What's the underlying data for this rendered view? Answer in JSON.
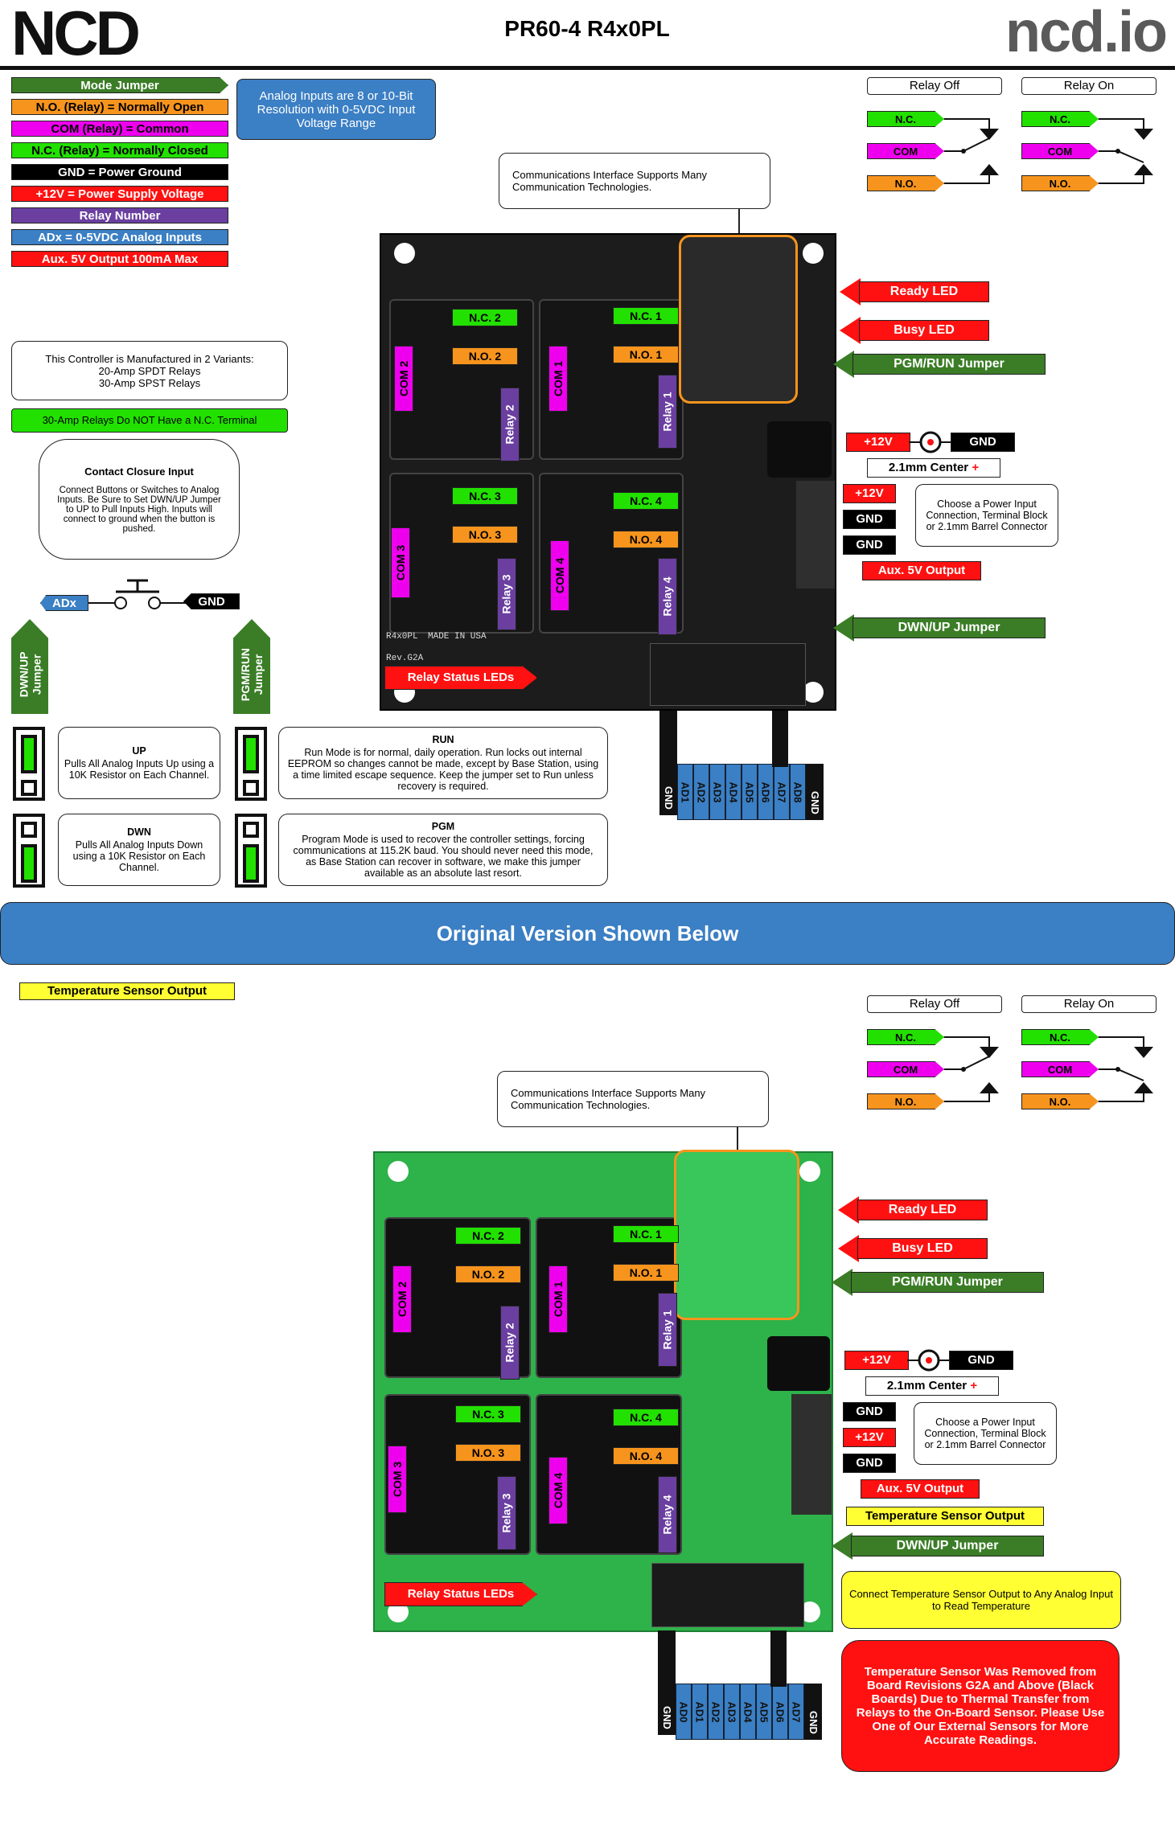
{
  "header": {
    "logo_left": "NCD",
    "title": "PR60-4 R4x0PL",
    "logo_right": "ncd.io"
  },
  "legend": [
    {
      "label": "Mode Jumper",
      "color": "#3a7d26",
      "text": "#fff"
    },
    {
      "label": "N.O. (Relay) = Normally Open",
      "color": "#f7941d",
      "text": "#111"
    },
    {
      "label": "COM (Relay) = Common",
      "color": "#ee00ee",
      "text": "#111"
    },
    {
      "label": "N.C. (Relay) = Normally Closed",
      "color": "#22e000",
      "text": "#111"
    },
    {
      "label": "GND = Power Ground",
      "color": "#000000",
      "text": "#fff"
    },
    {
      "label": "+12V = Power Supply Voltage",
      "color": "#ff1111",
      "text": "#fff"
    },
    {
      "label": "Relay Number",
      "color": "#6a3fa0",
      "text": "#fff"
    },
    {
      "label": "ADx = 0-5VDC Analog Inputs",
      "color": "#3b7fc4",
      "text": "#fff"
    },
    {
      "label": "Aux. 5V Output 100mA Max",
      "color": "#ff1111",
      "text": "#fff"
    }
  ],
  "analog_note": "Analog Inputs are 8 or 10-Bit Resolution with 0-5VDC Input Voltage Range",
  "variants_note": {
    "line1": "This Controller is Manufactured in 2 Variants:",
    "line2": "20-Amp SPDT Relays",
    "line3": "30-Amp SPST Relays"
  },
  "thirty_amp_note": "30-Amp Relays Do NOT Have a N.C. Terminal",
  "contact_note": {
    "title": "Contact Closure Input",
    "body": "Connect Buttons or Switches to Analog Inputs. Be Sure to Set DWN/UP Jumper to UP to Pull Inputs High. Inputs will connect to ground when the button is pushed."
  },
  "switch": {
    "adx": "ADx",
    "gnd": "GND"
  },
  "jumper_arrows": {
    "dwn_up": "DWN/UP Jumper",
    "pgm_run": "PGM/RUN Jumper"
  },
  "mode_notes": {
    "up_title": "UP",
    "up_body": "Pulls All Analog Inputs Up using a 10K Resistor on Each Channel.",
    "dwn_title": "DWN",
    "dwn_body": "Pulls All Analog Inputs Down using a 10K Resistor on Each Channel.",
    "run_title": "RUN",
    "run_body": "Run Mode is for normal, daily operation. Run locks out internal EEPROM so changes cannot be made, except by Base Station, using a time limited escape sequence. Keep the jumper set to Run unless recovery is required.",
    "pgm_title": "PGM",
    "pgm_body": "Program Mode is used to recover the controller settings, forcing communications at 115.2K baud. You should never need this mode, as Base Station can recover in software, we make this jumper available as an absolute last resort."
  },
  "relay_state": {
    "off": "Relay Off",
    "on": "Relay On",
    "nc": "N.C.",
    "com": "COM",
    "no": "N.O."
  },
  "comm_note": "Communications Interface Supports Many Communication Technologies.",
  "board_labels": {
    "nc1": "N.C. 1",
    "no1": "N.O. 1",
    "com1": "COM 1",
    "relay1": "Relay 1",
    "nc2": "N.C. 2",
    "no2": "N.O. 2",
    "com2": "COM 2",
    "relay2": "Relay 2",
    "nc3": "N.C. 3",
    "no3": "N.O. 3",
    "com3": "COM 3",
    "relay3": "Relay 3",
    "nc4": "N.C. 4",
    "no4": "N.O. 4",
    "com4": "COM 4",
    "relay4": "Relay 4",
    "relay_status": "Relay Status LEDs",
    "silk_made": "MADE IN USA",
    "silk_model": "R4x0PL",
    "silk_rev": "Rev.G2A"
  },
  "right_callouts": {
    "ready_led": "Ready LED",
    "busy_led": "Busy LED",
    "pgm_run": "PGM/RUN Jumper",
    "plus12": "+12V",
    "gnd": "GND",
    "barrel": "2.1mm Center",
    "plus": "+",
    "power_note": "Choose a Power Input Connection, Terminal Block or 2.1mm Barrel Connector",
    "aux": "Aux. 5V Output",
    "dwn_up": "DWN/UP Jumper",
    "temp": "Temperature Sensor Output"
  },
  "pins_top": [
    "GND",
    "AD1",
    "AD2",
    "AD3",
    "AD4",
    "AD5",
    "AD6",
    "AD7",
    "AD8",
    "GND"
  ],
  "pins_bottom": [
    "GND",
    "AD0",
    "AD1",
    "AD2",
    "AD3",
    "AD4",
    "AD5",
    "AD6",
    "AD7",
    "GND"
  ],
  "banner": "Original Version Shown Below",
  "temp_tag": "Temperature Sensor Output",
  "temp_connect_note": "Connect Temperature Sensor Output to Any Analog Input to Read Temperature",
  "temp_removed_note": "Temperature Sensor Was Removed from Board Revisions G2A and Above (Black Boards) Due to Thermal Transfer from Relays to the On-Board Sensor. Please Use One of Our External Sensors for More Accurate Readings.",
  "colors": {
    "green": "#22e000",
    "orange": "#f7941d",
    "magenta": "#ee00ee",
    "red": "#ff1111",
    "purple": "#6a3fa0",
    "blue": "#3b7fc4",
    "dkgreen": "#3a7d26",
    "yellow": "#ffff33",
    "black_board": "#1c1c1c",
    "green_board": "#2eb24a"
  }
}
